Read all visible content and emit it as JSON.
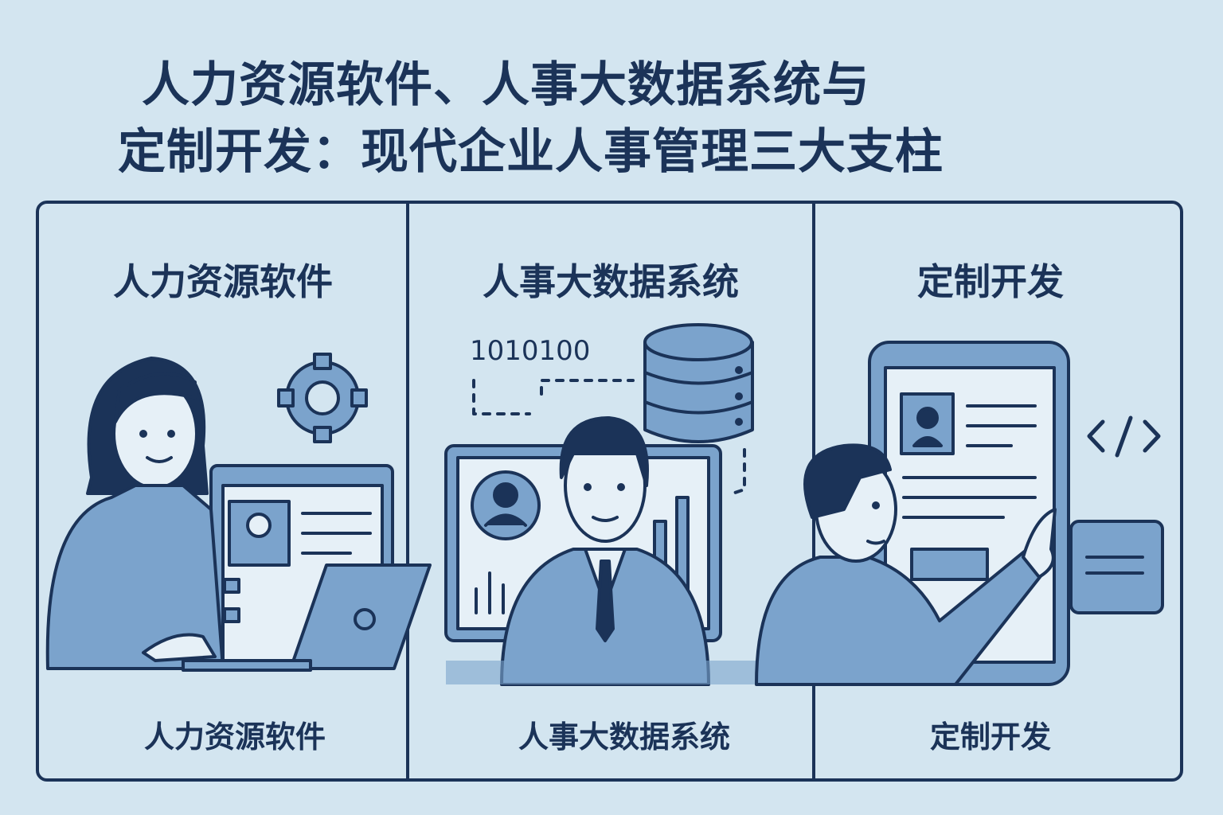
{
  "title": {
    "line1": "人力资源软件、人事大数据系统与",
    "line2": "定制开发：现代企业人事管理三大支柱"
  },
  "panels": [
    {
      "heading": "人力资源软件",
      "caption": "人力资源软件"
    },
    {
      "heading": "人事大数据系统",
      "caption": "人事大数据系统",
      "binary_text": "1010100"
    },
    {
      "heading": "定制开发",
      "caption": "定制开发"
    }
  ],
  "colors": {
    "background": "#d3e5f0",
    "navy": "#1b3358",
    "mid_blue": "#7ba3cc",
    "light": "#e6f0f7"
  }
}
